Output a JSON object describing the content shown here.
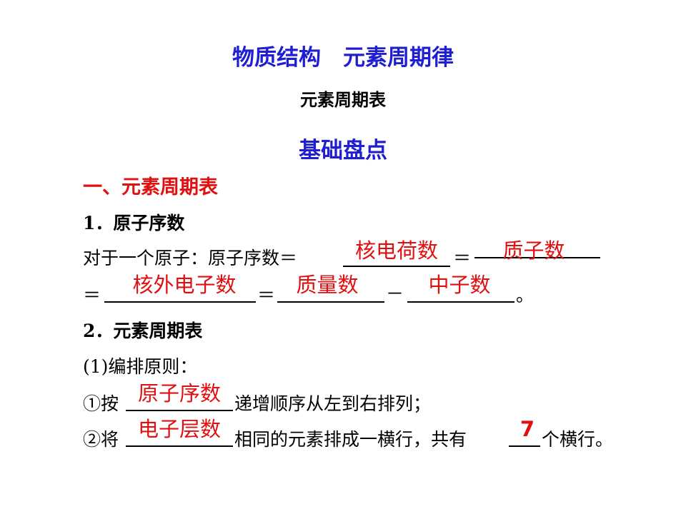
{
  "title": "物质结构　元素周期律",
  "subtitle": "元素周期表",
  "section": "基础盘点",
  "heading1": "一、元素周期表",
  "item1": {
    "label": "1．原子序数",
    "line1_prefix": "对于一个原子：原子序数＝",
    "eq": "＝",
    "minus": "－",
    "period": "。",
    "answers": [
      "核电荷数",
      "质子数",
      "核外电子数",
      "质量数",
      "中子数"
    ]
  },
  "item2": {
    "label": "2．元素周期表",
    "sub_label": "(1)编排原则：",
    "rule1_prefix": "①按",
    "rule1_suffix": "递增顺序从左到右排列；",
    "rule1_answer": "原子序数",
    "rule2_prefix": "②将",
    "rule2_middle": "相同的元素排成一横行，共有",
    "rule2_suffix": "个横行。",
    "rule2_answer1": "电子层数",
    "rule2_answer2": "7"
  },
  "colors": {
    "blue": "#1f1fd1",
    "red": "#e01010",
    "text": "#000000"
  }
}
